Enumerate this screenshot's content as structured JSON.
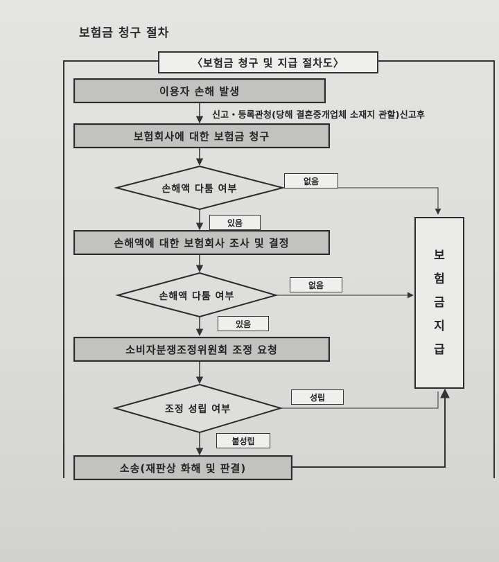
{
  "page_title": "보험금 청구 절차",
  "flow_title": "〈보험금 청구 및 지급 절차도〉",
  "steps": {
    "loss": "이용자 손해 발생",
    "claim": "보험회사에 대한 보험금 청구",
    "investigation": "손해액에 대한 보험회사 조사 및 결정",
    "mediation_request": "소비자분쟁조정위원회 조정 요청",
    "lawsuit": "소송(재판상 화해 및 판결)"
  },
  "decisions": {
    "dispute_1": "손해액 다툼 여부",
    "dispute_2": "손해액 다툼 여부",
    "mediation_result": "조정 성립 여부"
  },
  "labels": {
    "none_1": "없음",
    "exists_1": "있음",
    "none_2": "없음",
    "exists_2": "있음",
    "settled": "성립",
    "not_settled": "불성립"
  },
  "note": "신고・등록관청(당해 결혼중개업체 소재지 관할)신고후",
  "payout_chars": [
    "보",
    "험",
    "금",
    "지",
    "급"
  ]
}
